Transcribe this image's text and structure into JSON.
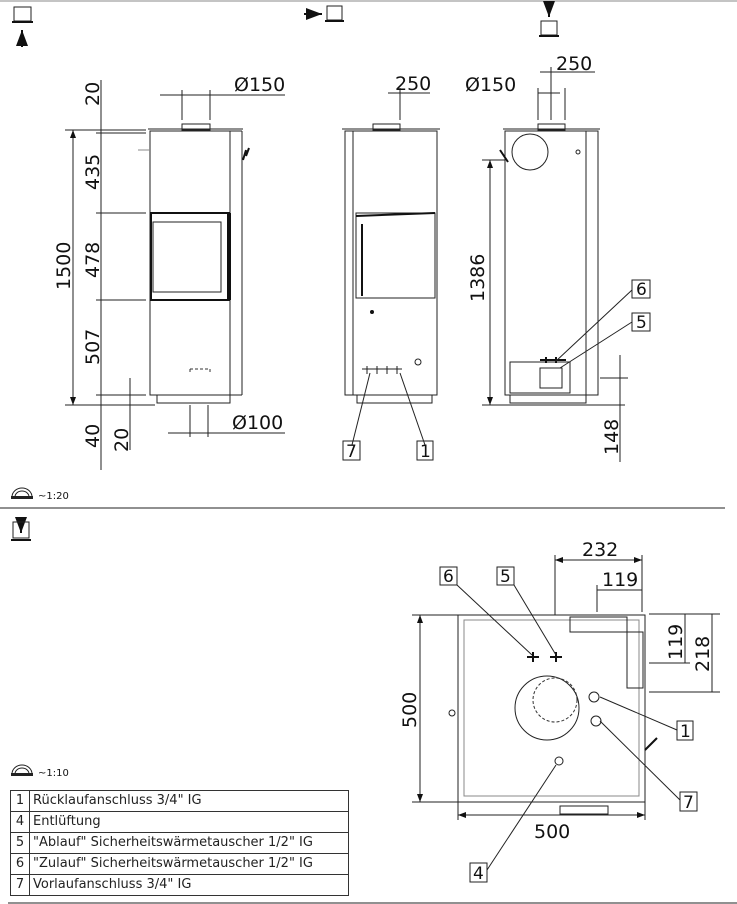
{
  "views": {
    "front": {
      "dims": {
        "top_gap": "20",
        "upper": "435",
        "firebox": "478",
        "lower": "507",
        "total_height": "1500",
        "foot": "40",
        "foot_gap": "20",
        "flue_top": "Ø150",
        "flue_bottom": "Ø100"
      }
    },
    "side": {
      "dims": {
        "flue_offset": "250"
      },
      "callouts": [
        "7",
        "1"
      ]
    },
    "back": {
      "dims": {
        "flue": "Ø150",
        "flue_offset": "250",
        "height": "1386",
        "connection_height": "148"
      },
      "callouts": [
        "6",
        "5"
      ]
    },
    "scale_elevation": "~1:20",
    "plan": {
      "dims": {
        "width_top": "232",
        "offset_top": "119",
        "offset_right": "119",
        "depth_right": "218",
        "depth": "500",
        "width": "500"
      },
      "callouts": [
        "6",
        "5",
        "1",
        "7",
        "4"
      ]
    },
    "scale_plan": "~1:10"
  },
  "legend": [
    {
      "num": "1",
      "text": "Rücklaufanschluss 3/4\" IG"
    },
    {
      "num": "4",
      "text": "Entlüftung"
    },
    {
      "num": "5",
      "text": "\"Ablauf\" Sicherheitswärmetauscher 1/2\" IG"
    },
    {
      "num": "6",
      "text": "\"Zulauf\" Sicherheitswärmetauscher 1/2\" IG"
    },
    {
      "num": "7",
      "text": "Vorlaufanschluss 3/4\" IG"
    }
  ]
}
